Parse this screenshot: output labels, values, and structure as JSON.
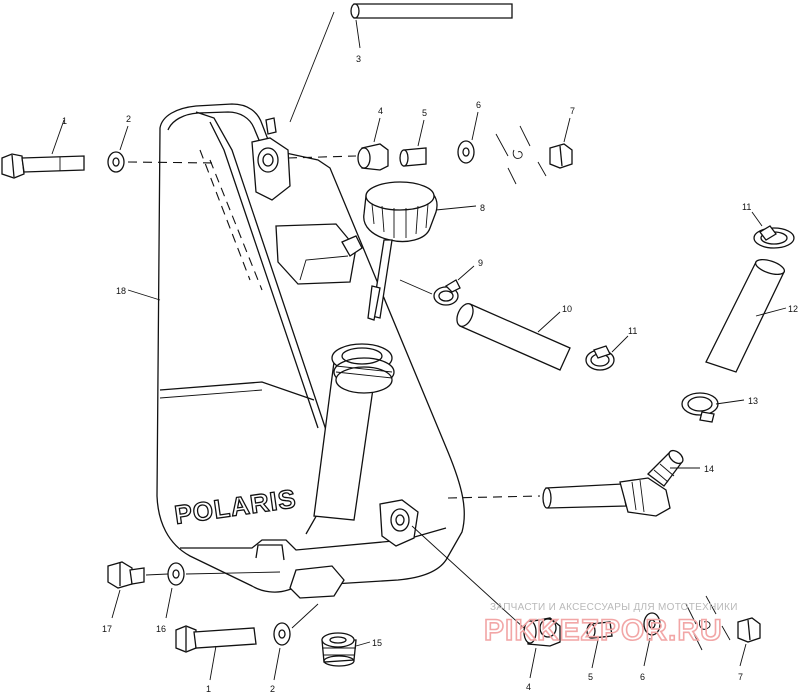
{
  "brand_label": "POLARIS",
  "watermark": {
    "line1": "ЗАПЧАСТИ И АКСЕССУАРЫ ДЛЯ МОТОТЕХНИКИ",
    "line2": "PIKKEZPOR.RU"
  },
  "callouts": {
    "c1_top": "1",
    "c2_top": "2",
    "c3": "3",
    "c4_top": "4",
    "c5_top": "5",
    "c6_top": "6",
    "c7_top": "7",
    "c8": "8",
    "c9": "9",
    "c10": "10",
    "c11_right": "11",
    "c11_mid": "11",
    "c12": "12",
    "c13": "13",
    "c14": "14",
    "c15": "15",
    "c16": "16",
    "c17": "17",
    "c18": "18",
    "c1_bot": "1",
    "c2_bot": "2",
    "c4_bot": "4",
    "c5_bot": "5",
    "c6_bot": "6",
    "c7_bot": "7"
  }
}
